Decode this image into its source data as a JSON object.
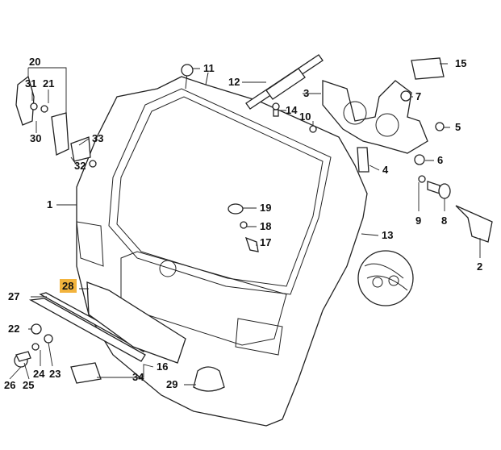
{
  "diagram": {
    "title_labels": {
      "p1": "1",
      "p2": "2",
      "p3": "3",
      "p4": "4",
      "p5": "5",
      "p6": "6",
      "p7": "7",
      "p8": "8",
      "p9": "9",
      "p10": "10",
      "p11": "11",
      "p12": "12",
      "p13": "13",
      "p14": "14",
      "p15": "15",
      "p16": "16",
      "p17": "17",
      "p18": "18",
      "p19": "19",
      "p20": "20",
      "p21": "21",
      "p22": "22",
      "p23": "23",
      "p24": "24",
      "p25": "25",
      "p26": "26",
      "p27": "27",
      "p28": "28",
      "p29": "29",
      "p30": "30",
      "p31": "31",
      "p32": "32",
      "p33": "33",
      "p34": "34"
    },
    "highlighted_part": "28",
    "highlight_color": "#f2b33d"
  }
}
